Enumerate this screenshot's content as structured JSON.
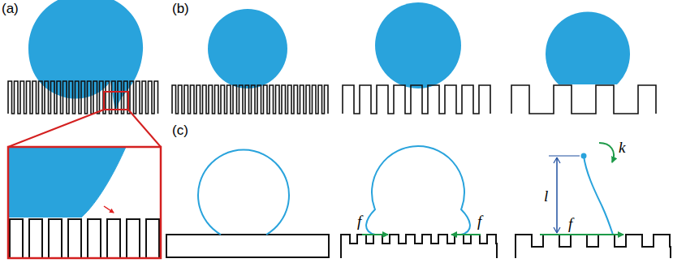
{
  "diagram": {
    "labels": [
      "(a)",
      "(b)",
      "(c)",
      "f",
      "f",
      "l",
      "k",
      "f"
    ]
  }
}
